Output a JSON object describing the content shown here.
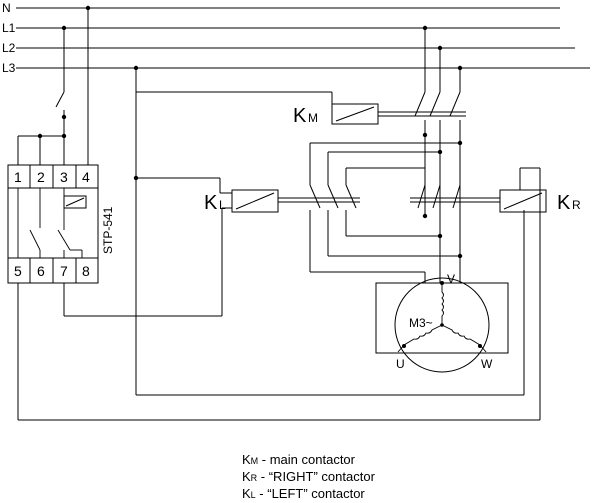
{
  "lines": {
    "n": "N",
    "l1": "L1",
    "l2": "L2",
    "l3": "L3"
  },
  "relay": {
    "model": "STP-541",
    "terminals_top": [
      "1",
      "2",
      "3",
      "4"
    ],
    "terminals_bottom": [
      "5",
      "6",
      "7",
      "8"
    ]
  },
  "contactors": {
    "main": {
      "letter": "K",
      "sub": "M"
    },
    "left": {
      "letter": "K",
      "sub": "L"
    },
    "right": {
      "letter": "K",
      "sub": "R"
    }
  },
  "motor": {
    "label": "M3~",
    "u": "U",
    "v": "V",
    "w": "W"
  },
  "legend": [
    {
      "letter": "K",
      "sub": "M",
      "text": " - main contactor"
    },
    {
      "letter": "K",
      "sub": "R",
      "text": " - “RIGHT” contactor"
    },
    {
      "letter": "K",
      "sub": "L",
      "text": " - “LEFT” contactor"
    }
  ]
}
